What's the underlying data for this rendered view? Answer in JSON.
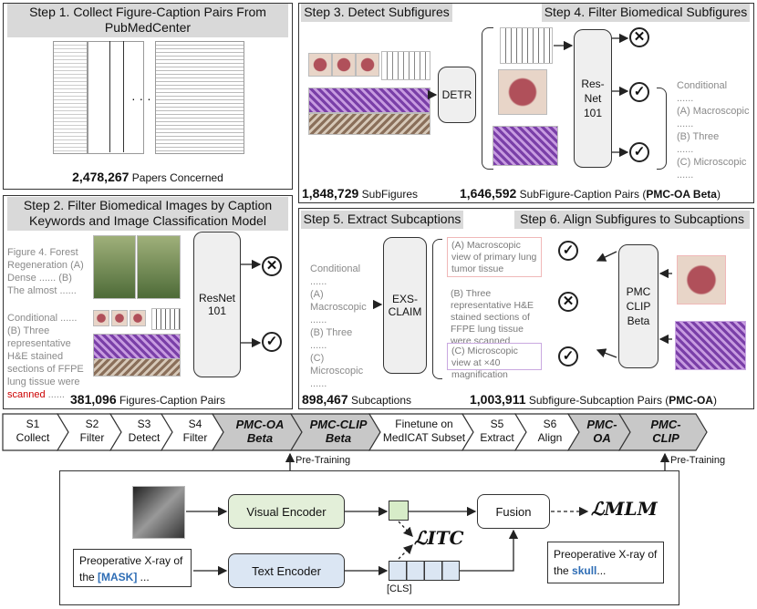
{
  "step1": {
    "title": "Step 1. Collect Figure-Caption Pairs From PubMedCenter",
    "count": "2,478,267",
    "count_label": "Papers Concerned"
  },
  "step2": {
    "title": "Step 2. Filter Biomedical Images by Caption Keywords and Image Classification Model",
    "caption1": "Figure 4. Forest Regeneration (A) Dense ...... (B) The almost ......",
    "caption2_pre": "Conditional ...... (B) Three representative H&E stained sections of FFPE lung tissue were ",
    "caption2_red": "scanned",
    "caption2_post": " ......",
    "model": "ResNet 101",
    "count": "381,096",
    "count_label": "Figures-Caption Pairs"
  },
  "step3": {
    "title": "Step 3. Detect Subfigures",
    "model": "DETR",
    "count": "1,848,729",
    "count_label": "SubFigures"
  },
  "step4": {
    "title": "Step 4. Filter Biomedical Subfigures",
    "model": "Res-Net 101",
    "caption_lines": [
      "Conditional",
      "......",
      "(A) Macroscopic",
      "......",
      "(B) Three",
      "......",
      "(C) Microscopic",
      "......"
    ],
    "count": "1,646,592",
    "count_label": "SubFigure-Caption Pairs (",
    "count_bold": "PMC-OA Beta",
    "count_close": ")"
  },
  "step5": {
    "title": "Step 5. Extract Subcaptions",
    "caption_lines": [
      "Conditional",
      "......",
      "(A) Macroscopic",
      "......",
      "(B) Three",
      "......",
      "(C) Microscopic",
      "......"
    ],
    "model": "EXS-CLAIM",
    "sub_a": "(A) Macroscopic view of primary lung tumor tissue",
    "sub_b": "(B) Three representative H&E stained sections of FFPE lung tissue were scanned",
    "sub_c": "(C) Microscopic view at ×40 magnification",
    "count": "898,467",
    "count_label": "Subcaptions"
  },
  "step6": {
    "title": "Step 6. Align Subfigures to Subcaptions",
    "model": "PMC CLIP Beta",
    "count": "1,003,911",
    "count_label": "Subfigure-Subcaption Pairs (",
    "count_bold": "PMC-OA",
    "count_close": ")"
  },
  "pipeline": [
    {
      "l1": "S1",
      "l2": "Collect",
      "bold": false
    },
    {
      "l1": "S2",
      "l2": "Filter",
      "bold": false
    },
    {
      "l1": "S3",
      "l2": "Detect",
      "bold": false
    },
    {
      "l1": "S4",
      "l2": "Filter",
      "bold": false
    },
    {
      "l1": "PMC-OA",
      "l2": "Beta",
      "bold": true
    },
    {
      "l1": "PMC-CLIP",
      "l2": "Beta",
      "bold": true
    },
    {
      "l1": "Finetune on",
      "l2": "MedICAT Subset",
      "bold": false
    },
    {
      "l1": "S5",
      "l2": "Extract",
      "bold": false
    },
    {
      "l1": "S6",
      "l2": "Align",
      "bold": false
    },
    {
      "l1": "PMC-",
      "l2": "OA",
      "bold": true
    },
    {
      "l1": "PMC-",
      "l2": "CLIP",
      "bold": true
    }
  ],
  "pretrain_label": "Pre-Training",
  "model_arch": {
    "visual_encoder": "Visual Encoder",
    "text_encoder": "Text Encoder",
    "fusion": "Fusion",
    "itc_loss": "ℒITC",
    "mlm_loss": "ℒMLM",
    "cls_label": "[CLS]",
    "input_pre": "Preoperative X-ray of the ",
    "input_mask": "[MASK]",
    "input_post": " ...",
    "output_pre": "Preoperative X-ray of the ",
    "output_word": "skull",
    "output_post": "...",
    "colors": {
      "visual": "#e3efd9",
      "text": "#dbe6f3",
      "accent": "#2e6db5",
      "red": "#cc0000"
    }
  }
}
